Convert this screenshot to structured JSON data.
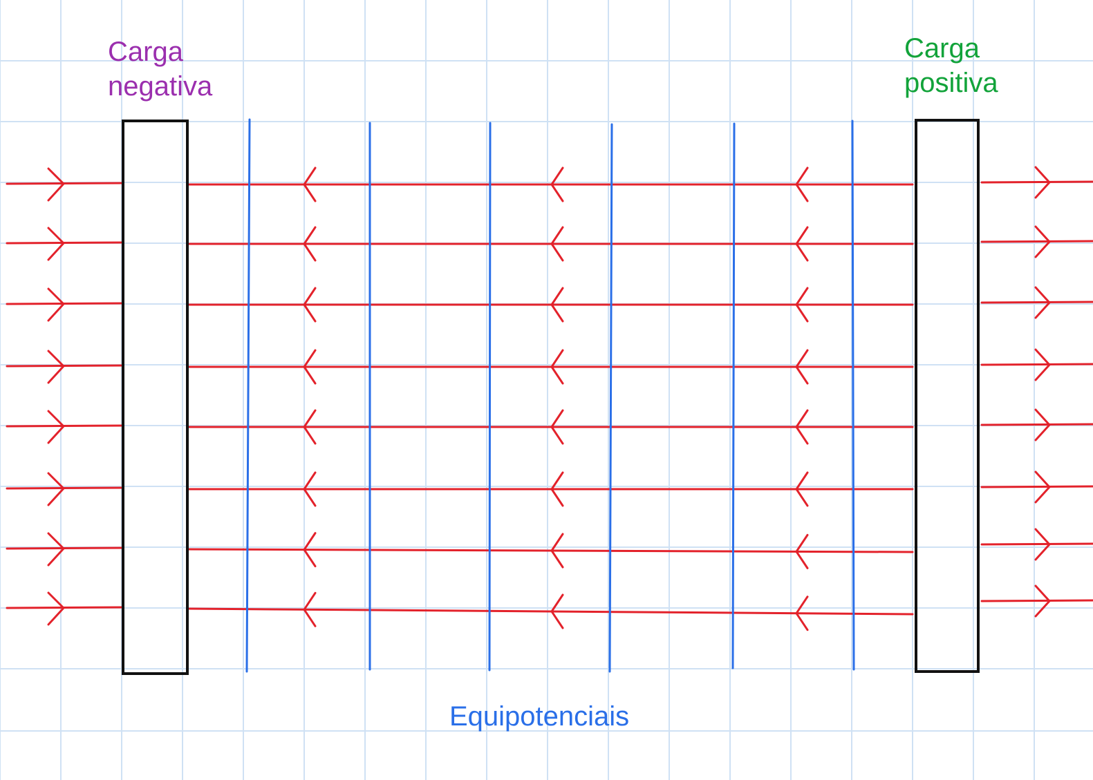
{
  "colors": {
    "grid": "#cfe1f4",
    "plate": "#111111",
    "field_line": "#e3222b",
    "equipotential": "#2a6fe8",
    "negative_label": "#9b2fae",
    "positive_label": "#12a33a",
    "equipotential_label": "#2a6fe8"
  },
  "labels": {
    "negative_charge": [
      "Carga",
      "negativa"
    ],
    "positive_charge": [
      "Carga",
      "positiva"
    ],
    "equipotentials": "Equipotenciais"
  },
  "field_lines": {
    "count": 8,
    "between_plates_direction": "left",
    "outside_direction": "right"
  },
  "equipotential_lines": {
    "count": 6
  }
}
